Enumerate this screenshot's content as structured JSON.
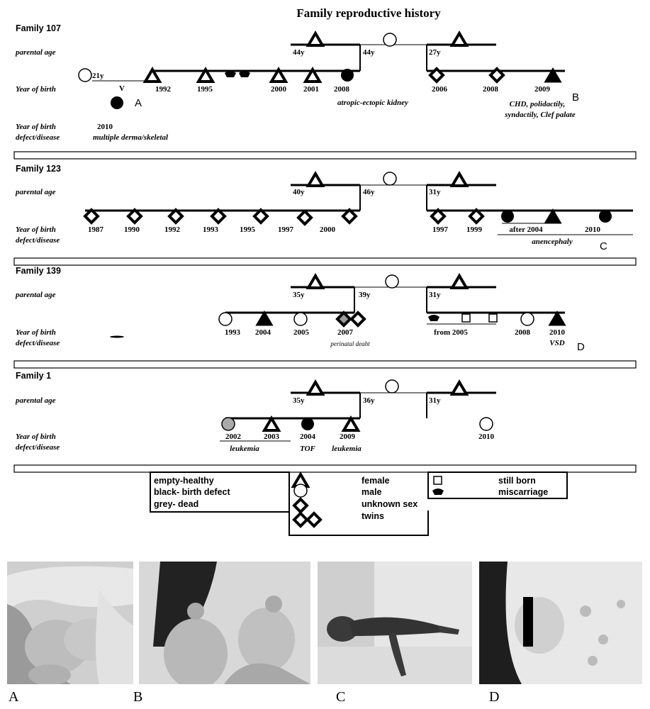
{
  "title": "Family reproductive history",
  "common": {
    "parental_age": "parental age",
    "year_of_birth": "Year of birth",
    "defect_disease": "defect/disease"
  },
  "families": [
    {
      "name": "Family 107",
      "ages": [
        "44y",
        "44y",
        "27y",
        "21y"
      ],
      "years": [
        "1992",
        "1995",
        "2000",
        "2001",
        "2008",
        "2006",
        "2008",
        "2009",
        "2010"
      ],
      "notes": [
        "atropic-ectopic kidney",
        "CHD, polidactily,",
        "syndactily, Clef palate",
        "multiple derma/skeletal"
      ],
      "v_mark": "V",
      "letter_a": "A",
      "letter_b": "B"
    },
    {
      "name": "Family 123",
      "ages": [
        "40y",
        "46y",
        "31y"
      ],
      "years": [
        "1987",
        "1990",
        "1992",
        "1993",
        "1995",
        "1997",
        "2000",
        "1997",
        "1999",
        "after 2004",
        "2010"
      ],
      "notes": [
        "anencephaly"
      ],
      "letter": "C"
    },
    {
      "name": "Family 139",
      "ages": [
        "35y",
        "39y",
        "31y"
      ],
      "years": [
        "1993",
        "2004",
        "2005",
        "2007",
        "from 2005",
        "2008",
        "2010"
      ],
      "notes": [
        "perinatal deaht",
        "VSD"
      ],
      "letter": "D"
    },
    {
      "name": "Family 1",
      "ages": [
        "35y",
        "36y",
        "31y"
      ],
      "years": [
        "2002",
        "2003",
        "2004",
        "2009",
        "2010"
      ],
      "notes": [
        "leukemia",
        "TOF",
        "leukemia"
      ]
    }
  ],
  "legend": {
    "fill": [
      "empty-healthy",
      "black- birth defect",
      "grey- dead"
    ],
    "sex": [
      "female",
      "male",
      "unknown sex",
      "twins"
    ],
    "other": [
      "still born",
      "miscarriage"
    ]
  },
  "photo_captions": [
    "A",
    "B",
    "C",
    "D"
  ]
}
